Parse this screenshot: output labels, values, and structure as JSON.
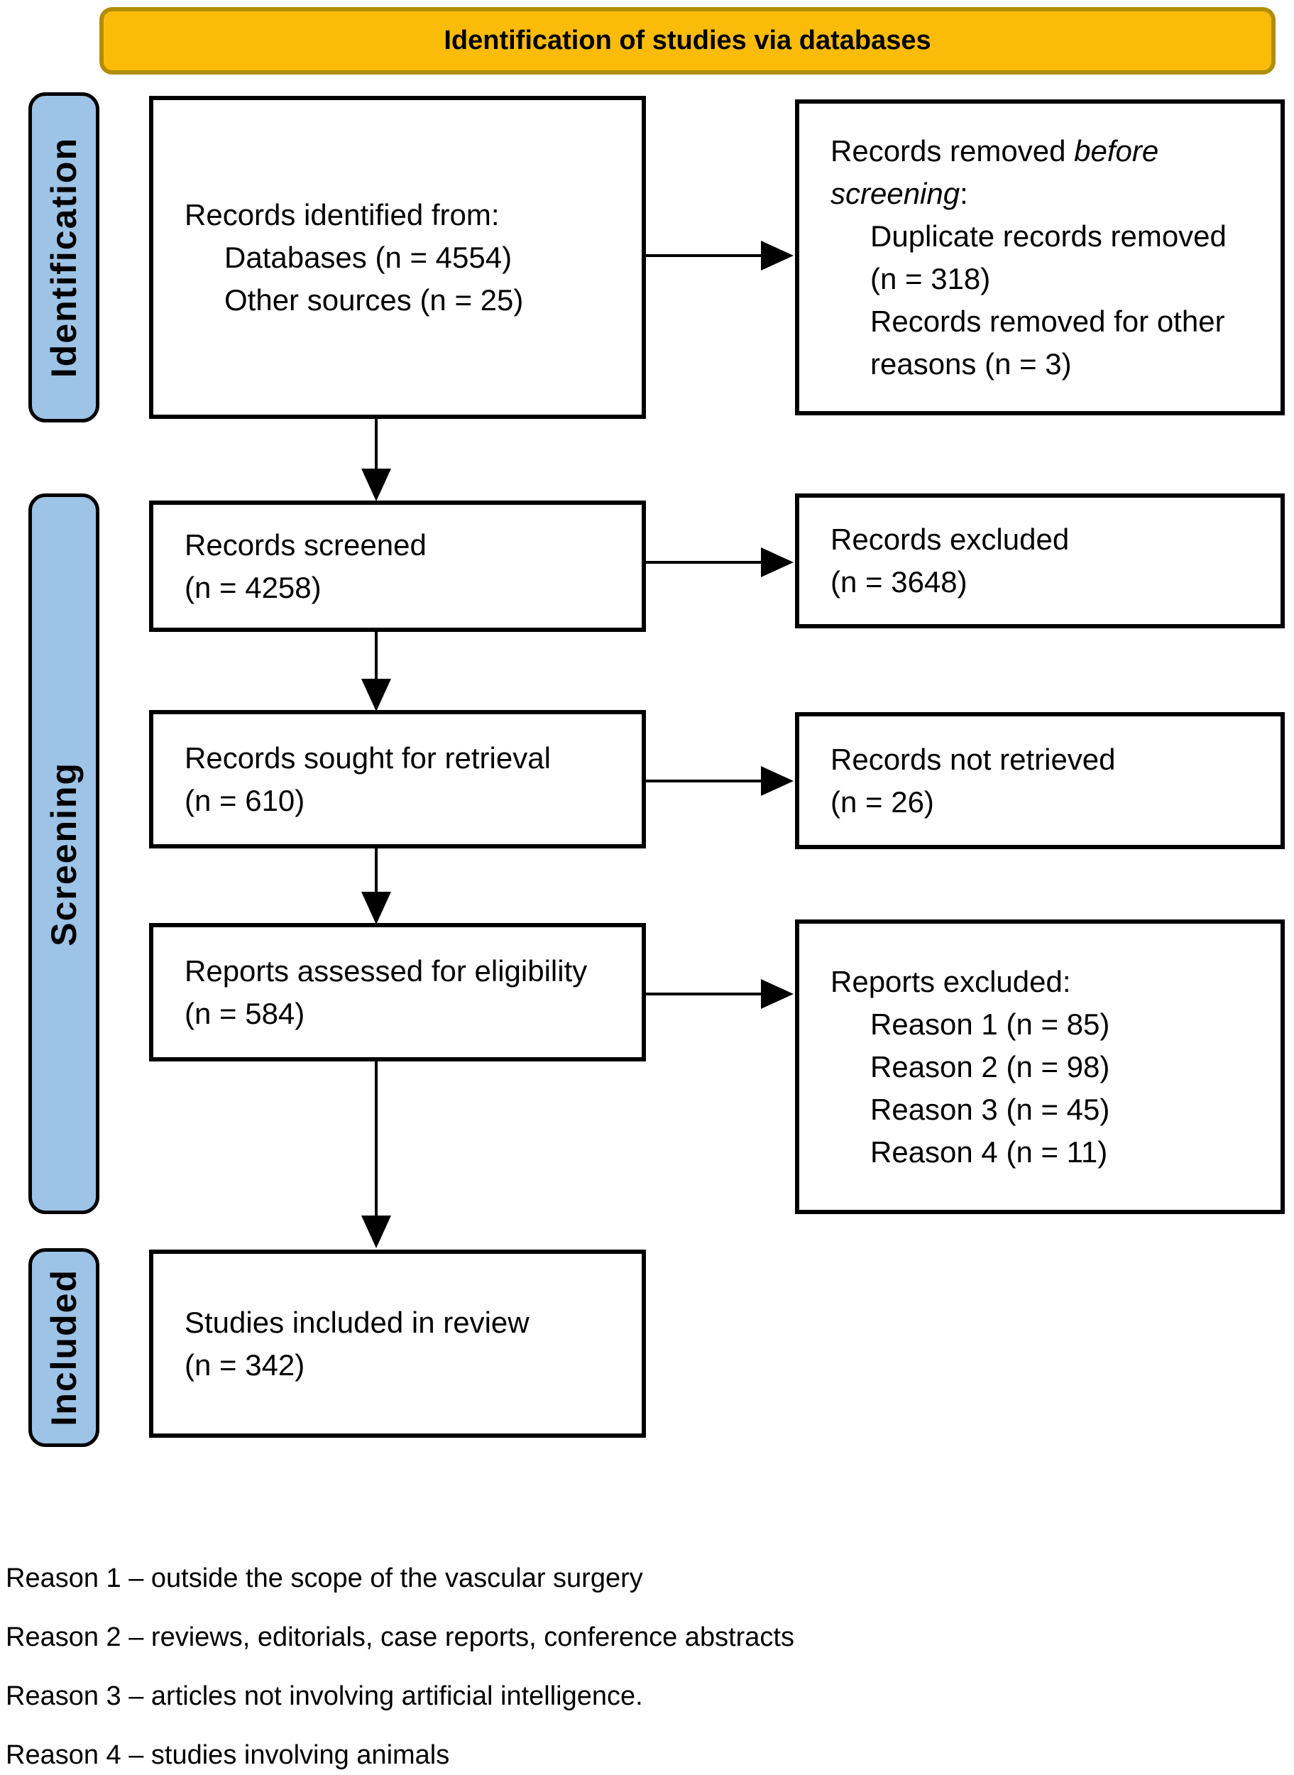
{
  "banner": {
    "title": "Identification of studies via databases"
  },
  "sidebar": {
    "identification": "Identification",
    "screening": "Screening",
    "included": "Included"
  },
  "boxes": {
    "identified": {
      "title": "Records identified from:",
      "items": [
        "Databases (n = 4554)",
        "Other sources (n = 25)"
      ]
    },
    "removed": {
      "l1_normal": "Records removed ",
      "l1_italic": "before",
      "l2_italic": "screening",
      "l2_suffix": ":",
      "items": [
        "Duplicate records removed (n = 318)",
        "Records removed for other reasons (n = 3)"
      ]
    },
    "screened": {
      "line1": "Records screened",
      "line2": "(n = 4258)"
    },
    "excluded": {
      "line1": "Records excluded",
      "line2": "(n = 3648)"
    },
    "sought": {
      "line1": "Records sought for retrieval",
      "line2": "(n = 610)"
    },
    "not_retrieved": {
      "line1": "Records not retrieved",
      "line2": "(n = 26)"
    },
    "assessed": {
      "line1": "Reports assessed for eligibility",
      "line2": "(n = 584)"
    },
    "reports_excluded": {
      "title": "Reports excluded:",
      "items": [
        "Reason 1 (n = 85)",
        "Reason 2 (n = 98)",
        "Reason 3 (n = 45)",
        "Reason 4 (n = 11)"
      ]
    },
    "included_studies": {
      "line1": "Studies included in review",
      "line2": "(n = 342)"
    }
  },
  "footnotes": [
    "Reason 1 – outside the scope of the vascular surgery",
    "Reason 2 – reviews, editorials, case reports, conference abstracts",
    "Reason 3 – articles not involving artificial intelligence.",
    "Reason 4 – studies involving animals"
  ],
  "colors": {
    "banner_fill": "#FBBC09",
    "banner_border": "#B18E08",
    "sidebar_fill": "#9DC3E6",
    "box_border": "#000000",
    "arrow": "#000000"
  }
}
